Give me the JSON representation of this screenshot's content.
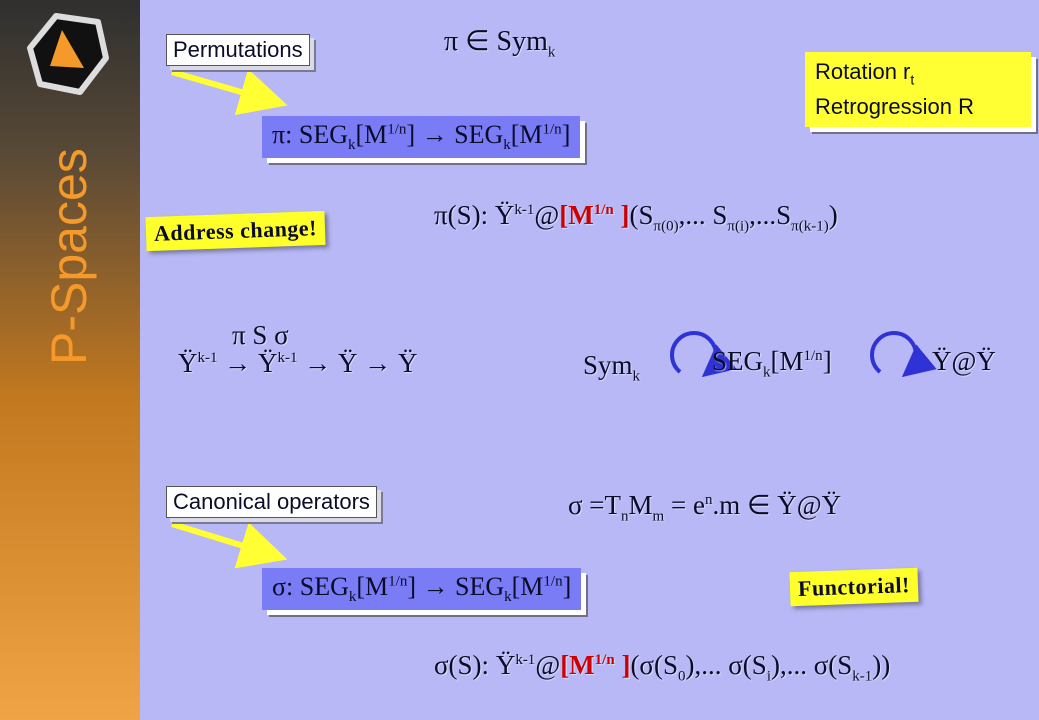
{
  "sidebar": {
    "title": "P-Spaces"
  },
  "labels": {
    "permutations": "Permutations",
    "canonical_operators": "Canonical operators",
    "rotation": "Rotation r",
    "rotation_sub": "t",
    "retrogression": "Retrogression R",
    "address_change": "Address change!",
    "functorial": "Functorial!"
  },
  "formulas": {
    "pi_in_sym": "π ∈ Sym",
    "pi_in_sym_sub": "k",
    "seg": "SEG",
    "k": "k",
    "m": "[M",
    "exp": "1/n",
    "close": "]",
    "arrow": "→",
    "pi_colon": "π: ",
    "sigma_colon": "σ: ",
    "pi_s": "π(S): ",
    "sigma_s": "σ(S): ",
    "y": "Ÿ",
    "kminus1": "k-1",
    "at": "@",
    "bold_m": "[M",
    "bold_close": " ]",
    "pi_tuple": "(S",
    "pi_tuple_rest": ",... S",
    "pi_tuple_rest2": ",...S",
    "pi_sub0": "π(0)",
    "pi_subi": "π(i)",
    "pi_subk": "π(k-1)",
    "closing_paren": ")",
    "sigma_tuple": "(σ(S",
    "sigma_tuple_i": "),... σ(S",
    "sigma_tuple_k": "),... σ(S",
    "sub0": "0",
    "subi": "i",
    "subk": "k-1",
    "sigma_end": "))",
    "chain_labels": "π        S        σ",
    "chain": "Ÿ",
    "sym": "Sym",
    "y_at_y": "Ÿ@Ÿ",
    "sigma_eq": "σ =T",
    "sigma_eq_n": "n",
    "sigma_eq_M": "M",
    "sigma_eq_m": "m",
    "sigma_eq_rest": " = e",
    "sigma_eq_sup": "n",
    "sigma_eq_tail": ".m ∈ Ÿ@Ÿ"
  },
  "colors": {
    "accent": "#f59a2a",
    "background": "#b7b8f5",
    "highlight": "#ffff33",
    "formula_box": "#7a7cf6",
    "cycle_arrow": "#2f33d6"
  }
}
